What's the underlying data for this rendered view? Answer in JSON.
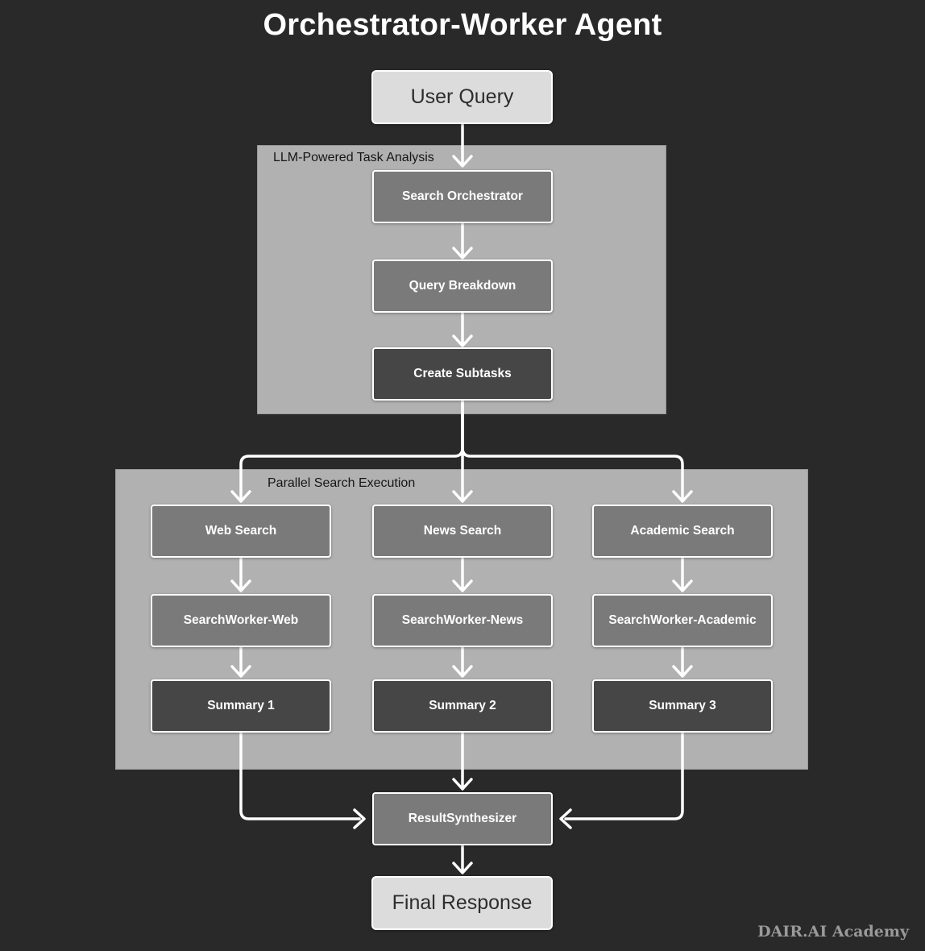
{
  "title": "Orchestrator-Worker Agent",
  "watermark": "DAIR.AI Academy",
  "colors": {
    "background": "#292929",
    "container_fill": "#b1b1b1",
    "node_medium": "#7a7a7a",
    "node_dark": "#464646",
    "node_light": "#dcdcdc",
    "arrow": "#ffffff",
    "title_text": "#ffffff",
    "container_label_text": "#161616",
    "watermark_text": "#9a9a9a"
  },
  "containers": {
    "task_analysis": {
      "label": "LLM-Powered Task Analysis"
    },
    "parallel_search": {
      "label": "Parallel Search Execution"
    }
  },
  "nodes": {
    "user_query": {
      "label": "User Query"
    },
    "search_orchestrator": {
      "label": "Search Orchestrator"
    },
    "query_breakdown": {
      "label": "Query Breakdown"
    },
    "create_subtasks": {
      "label": "Create Subtasks"
    },
    "web_search": {
      "label": "Web Search"
    },
    "news_search": {
      "label": "News Search"
    },
    "academic_search": {
      "label": "Academic Search"
    },
    "worker_web": {
      "label": "SearchWorker-Web"
    },
    "worker_news": {
      "label": "SearchWorker-News"
    },
    "worker_academic": {
      "label": "SearchWorker-Academic"
    },
    "summary_1": {
      "label": "Summary 1"
    },
    "summary_2": {
      "label": "Summary 2"
    },
    "summary_3": {
      "label": "Summary 3"
    },
    "result_synthesizer": {
      "label": "ResultSynthesizer"
    },
    "final_response": {
      "label": "Final Response"
    }
  },
  "edges": [
    "user_query -> search_orchestrator",
    "search_orchestrator -> query_breakdown",
    "query_breakdown -> create_subtasks",
    "create_subtasks -> web_search",
    "create_subtasks -> news_search",
    "create_subtasks -> academic_search",
    "web_search -> worker_web",
    "news_search -> worker_news",
    "academic_search -> worker_academic",
    "worker_web -> summary_1",
    "worker_news -> summary_2",
    "worker_academic -> summary_3",
    "summary_1 -> result_synthesizer",
    "summary_2 -> result_synthesizer",
    "summary_3 -> result_synthesizer",
    "result_synthesizer -> final_response"
  ]
}
